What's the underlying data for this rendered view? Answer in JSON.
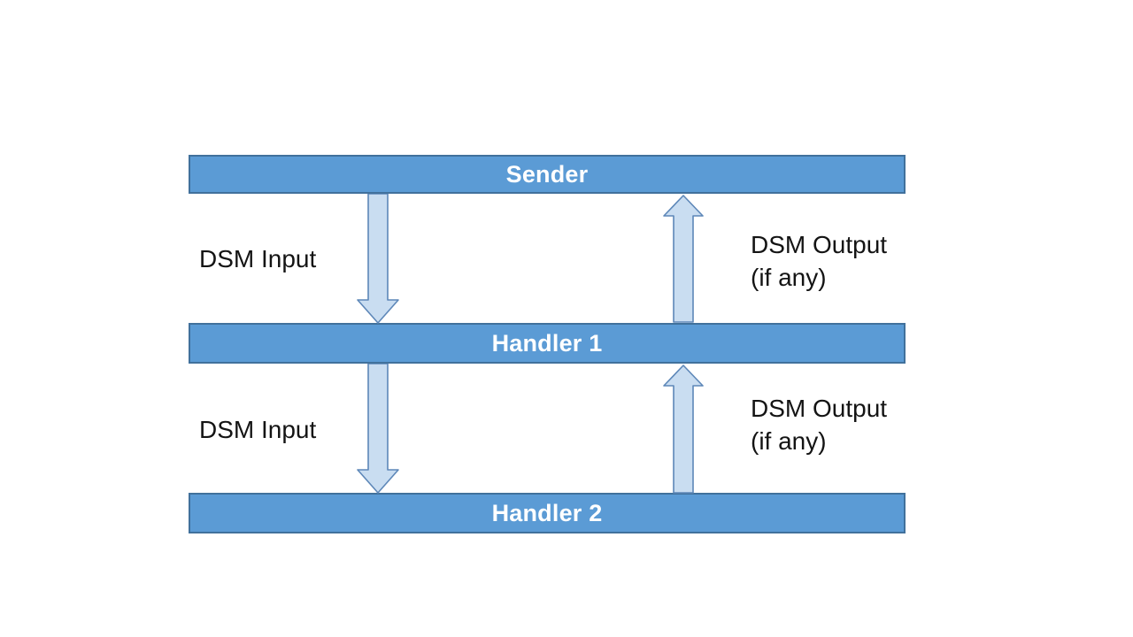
{
  "diagram": {
    "title": "DSM handler chain diagram",
    "colors": {
      "background": "#FFFFFF",
      "bar_fill": "#5B9BD5",
      "bar_border": "#41719C",
      "bar_text": "#FFFFFF",
      "arrow_fill": "#C9DDF1",
      "arrow_border": "#5D87B8",
      "label_text": "#141414"
    },
    "bars": [
      {
        "label": "Sender"
      },
      {
        "label": "Handler 1"
      },
      {
        "label": "Handler 2"
      }
    ],
    "flows": [
      {
        "input_label": "DSM Input",
        "output_label": "DSM Output\n(if any)"
      },
      {
        "input_label": "DSM Input",
        "output_label": "DSM Output\n(if any)"
      }
    ]
  }
}
